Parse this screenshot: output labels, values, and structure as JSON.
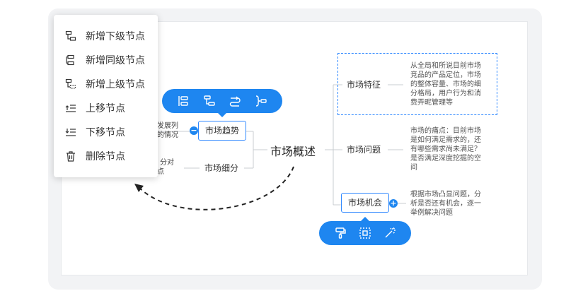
{
  "context_menu": {
    "items": [
      {
        "label": "新增下级节点",
        "icon": "add-child-node-icon"
      },
      {
        "label": "新增同级节点",
        "icon": "add-sibling-node-icon"
      },
      {
        "label": "新增上级节点",
        "icon": "add-parent-node-icon"
      },
      {
        "label": "上移节点",
        "icon": "move-up-icon"
      },
      {
        "label": "下移节点",
        "icon": "move-down-icon"
      },
      {
        "label": "删除节点",
        "icon": "trash-icon"
      }
    ]
  },
  "mindmap": {
    "root": "市场概述",
    "right_nodes": [
      {
        "label": "市场特征",
        "note": "从全局和所说目前市场竞品的产品定位，市场的整体容量、市场的细分格局，用户行为和消费弄昵管理等"
      },
      {
        "label": "市场问题",
        "note": "市场的痛点：目前市场是如何满足需求的，还有哪些需求尚未满足？是否满足深度挖掘的空间"
      },
      {
        "label": "市场机会",
        "note": "根据市场凸显问题，分析是否还有机会，逐一举例解决问题"
      }
    ],
    "left_nodes": [
      {
        "label": "市场趋势",
        "partial_text": [
          "发展列",
          "的情况"
        ]
      },
      {
        "label": "市场细分",
        "partial_text": [
          "分对",
          "点"
        ]
      }
    ]
  },
  "toolbar_top": {
    "buttons": [
      "layout-icon",
      "add-child-icon",
      "connect-icon",
      "summary-icon"
    ]
  },
  "toolbar_bottom": {
    "buttons": [
      "format-brush-icon",
      "frame-icon",
      "magic-wand-icon"
    ]
  },
  "colors": {
    "accent": "#1e86f0",
    "node_border": "#2f88ff"
  }
}
